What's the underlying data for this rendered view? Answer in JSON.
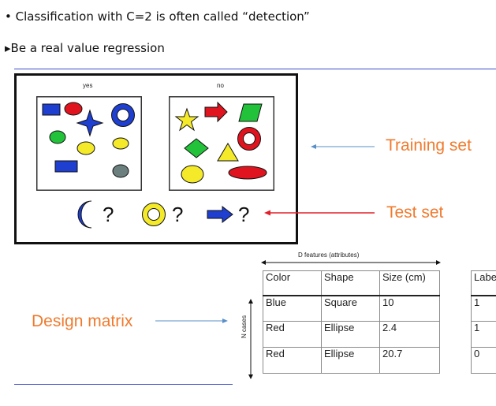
{
  "bullets": [
    "• Classification with C=2 is often called “detection”",
    "▸Be a real value regression"
  ],
  "figure": {
    "yes_label": "yes",
    "no_label": "no",
    "question_mark": "?",
    "training_set_label": "Training set",
    "test_set_label": "Test set",
    "arrow_colors": {
      "training": "#5a8fc8",
      "test": "#e0202a"
    }
  },
  "design_matrix": {
    "label": "Design matrix",
    "d_features_label": "D features (attributes)",
    "n_cases_label": "N cases",
    "headers": [
      "Color",
      "Shape",
      "Size (cm)"
    ],
    "rows": [
      [
        "Blue",
        "Square",
        "10"
      ],
      [
        "Red",
        "Ellipse",
        "2.4"
      ],
      [
        "Red",
        "Ellipse",
        "20.7"
      ]
    ],
    "label_column": {
      "header": "Labe",
      "values": [
        "1",
        "1",
        "0"
      ]
    }
  },
  "colors": {
    "orange_text": "#f07a2d",
    "rule": "#3a4dc8",
    "shape_blue": "#1e3fd0",
    "shape_red": "#e0141e",
    "shape_green": "#22c23a",
    "shape_yellow": "#f4ea2a",
    "shape_gray": "#6b7f7f"
  }
}
